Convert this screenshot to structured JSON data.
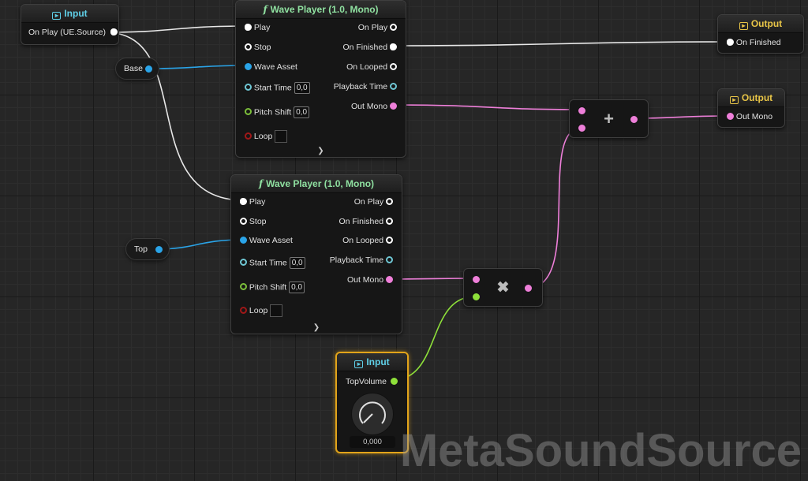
{
  "colors": {
    "exec": "#ffffff",
    "wave_asset": "#2aa4e8",
    "audio": "#ee7fd9",
    "float": "#8ee03a",
    "selected": "#e2a41a"
  },
  "input_onplay": {
    "title": "Input",
    "pin": "On Play (UE.Source)"
  },
  "var_base": {
    "label": "Base"
  },
  "var_top": {
    "label": "Top"
  },
  "wave1": {
    "title": "Wave Player (1.0, Mono)",
    "inputs": {
      "play": "Play",
      "stop": "Stop",
      "wave_asset": "Wave Asset",
      "start_time": "Start Time",
      "start_time_value": "0,0",
      "pitch_shift": "Pitch Shift",
      "pitch_shift_value": "0,0",
      "loop": "Loop"
    },
    "outputs": {
      "on_play": "On Play",
      "on_finished": "On Finished",
      "on_looped": "On Looped",
      "playback_time": "Playback Time",
      "out_mono": "Out Mono"
    }
  },
  "wave2": {
    "title": "Wave Player (1.0, Mono)",
    "inputs": {
      "play": "Play",
      "stop": "Stop",
      "wave_asset": "Wave Asset",
      "start_time": "Start Time",
      "start_time_value": "0,0",
      "pitch_shift": "Pitch Shift",
      "pitch_shift_value": "0,0",
      "loop": "Loop"
    },
    "outputs": {
      "on_play": "On Play",
      "on_finished": "On Finished",
      "on_looped": "On Looped",
      "playback_time": "Playback Time",
      "out_mono": "Out Mono"
    }
  },
  "output_finished": {
    "title": "Output",
    "pin": "On Finished"
  },
  "output_mono": {
    "title": "Output",
    "pin": "Out Mono"
  },
  "add_node": {
    "symbol": "+"
  },
  "mul_node": {
    "symbol": "✖"
  },
  "input_topvolume": {
    "title": "Input",
    "pin": "TopVolume",
    "value": "0,000"
  },
  "watermark": "MetaSoundSource"
}
